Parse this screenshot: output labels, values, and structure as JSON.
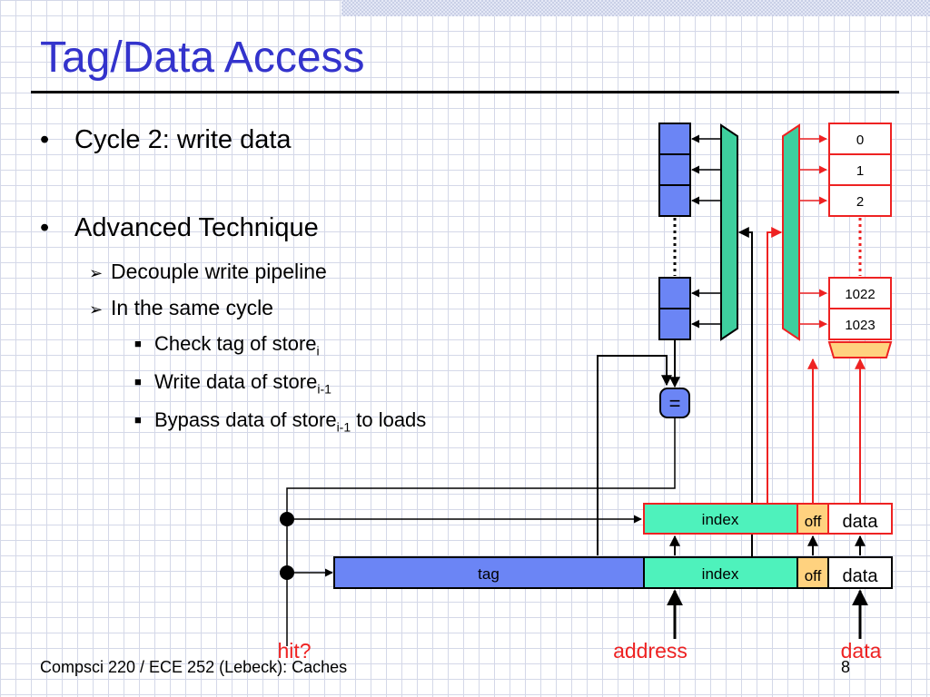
{
  "slide": {
    "title": "Tag/Data Access",
    "footer": "Compsci 220 / ECE 252 (Lebeck): Caches",
    "page_number": "8"
  },
  "bullets": {
    "l1a": "Cycle 2: write data",
    "l1b": "Advanced Technique",
    "l2a": "Decouple write pipeline",
    "l2b": "In the same cycle",
    "l3a_text": "Check tag of store",
    "l3a_sub": "i",
    "l3b_text": "Write data of store",
    "l3b_sub": "i-1",
    "l3c_text": "Bypass data of store",
    "l3c_sub": "i-1",
    "l3c_tail": " to loads"
  },
  "diagram": {
    "data_rows": [
      "0",
      "1",
      "2",
      "1022",
      "1023"
    ],
    "comparator": "=",
    "store_buffer": {
      "index": "index",
      "off": "off",
      "data": "data"
    },
    "address_reg": {
      "tag": "tag",
      "index": "index",
      "off": "off",
      "data": "data"
    },
    "hit_label": "hit?",
    "address_label": "address",
    "data_label": "data",
    "colors": {
      "tag_fill": "#6b85f5",
      "index_fill": "#4ef2bc",
      "off_fill": "#ffd27f",
      "red": "#ee2222",
      "mux_fill": "#3ecf9e"
    }
  }
}
